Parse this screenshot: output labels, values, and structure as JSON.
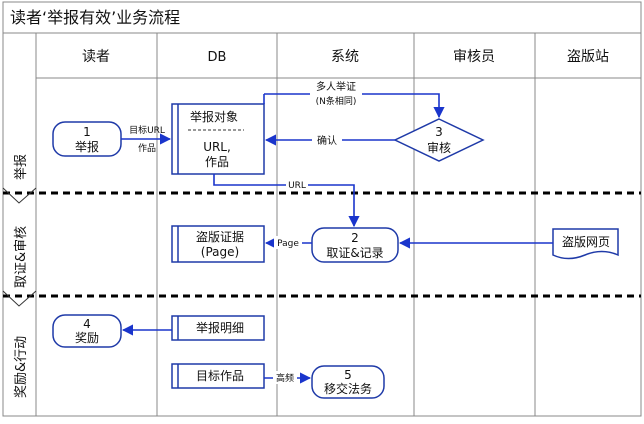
{
  "title": "读者‘举报有效’业务流程",
  "lanes": [
    "读者",
    "DB",
    "系统",
    "审核员",
    "盗版站"
  ],
  "phases": [
    "举报",
    "取证&审核",
    "奖励&行动"
  ],
  "nodes": {
    "report_num": "1",
    "report_label": "举报",
    "review_num": "3",
    "review_label": "审核",
    "collect_num": "2",
    "collect_label": "取证&记录",
    "reward_num": "4",
    "reward_label": "奖励",
    "transfer_num": "5",
    "transfer_label": "移交法务",
    "report_object_title": "举报对象",
    "report_object_line1": "URL,",
    "report_object_line2": "作品",
    "evidence_line1": "盗版证据",
    "evidence_line2": "(Page)",
    "report_detail": "举报明细",
    "target_work": "目标作品",
    "pirate_page": "盗版网页"
  },
  "edge_labels": {
    "target_url": "目标URL",
    "target_work": "作品",
    "multi_report": "多人举证",
    "n_same": "(N条相同)",
    "confirm": "确认",
    "url": "URL",
    "page": "Page",
    "frequent": "高频"
  },
  "colors": {
    "node_stroke": "#1f3aa8",
    "arrow": "#1a35cc",
    "grid": "#888888",
    "divider": "#000000",
    "title_text": "#111111"
  }
}
